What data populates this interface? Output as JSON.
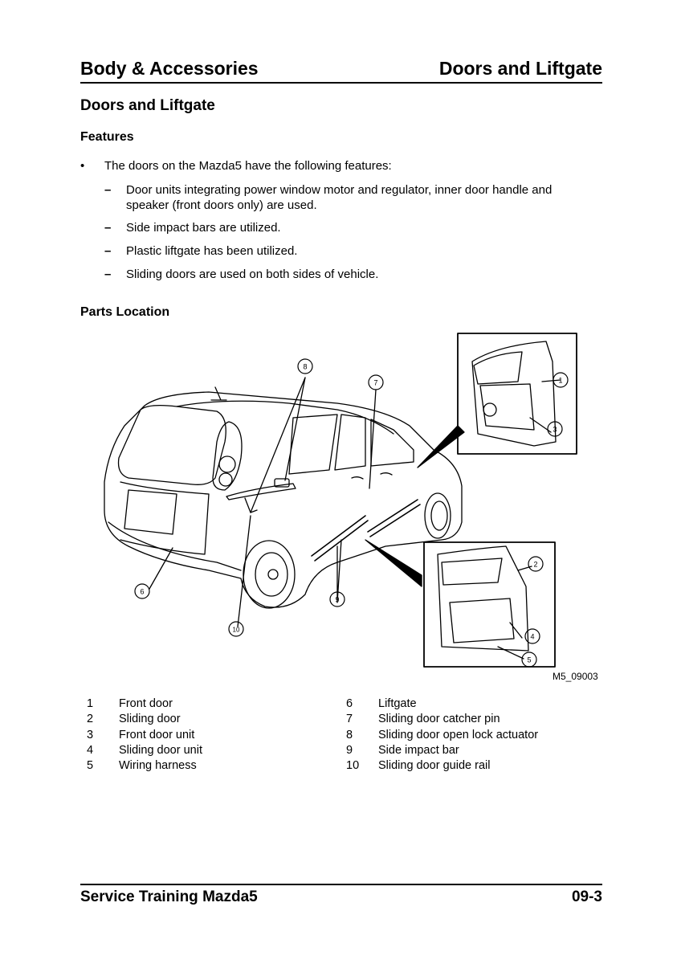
{
  "header": {
    "left": "Body & Accessories",
    "right": "Doors and Liftgate"
  },
  "title": "Doors and Liftgate",
  "features": {
    "heading": "Features",
    "intro": "The doors on the Mazda5 have the following features:",
    "items": [
      "Door units integrating power window motor and regulator, inner door handle and speaker (front doors only) are used.",
      "Side impact bars are utilized.",
      "Plastic liftgate has been utilized.",
      "Sliding doors are used on both sides of vehicle."
    ]
  },
  "parts_location": {
    "heading": "Parts Location",
    "figure_code": "M5_09003",
    "callouts": [
      "1",
      "2",
      "3",
      "4",
      "5",
      "6",
      "7",
      "8",
      "9",
      "10"
    ],
    "legend": [
      {
        "num": "1",
        "label": "Front door"
      },
      {
        "num": "2",
        "label": "Sliding door"
      },
      {
        "num": "3",
        "label": "Front door unit"
      },
      {
        "num": "4",
        "label": "Sliding door unit"
      },
      {
        "num": "5",
        "label": "Wiring harness"
      },
      {
        "num": "6",
        "label": "Liftgate"
      },
      {
        "num": "7",
        "label": "Sliding door catcher pin"
      },
      {
        "num": "8",
        "label": "Sliding door open lock actuator"
      },
      {
        "num": "9",
        "label": "Side impact bar"
      },
      {
        "num": "10",
        "label": "Sliding door guide rail"
      }
    ]
  },
  "footer": {
    "left": "Service Training Mazda5",
    "right": "09-3"
  }
}
